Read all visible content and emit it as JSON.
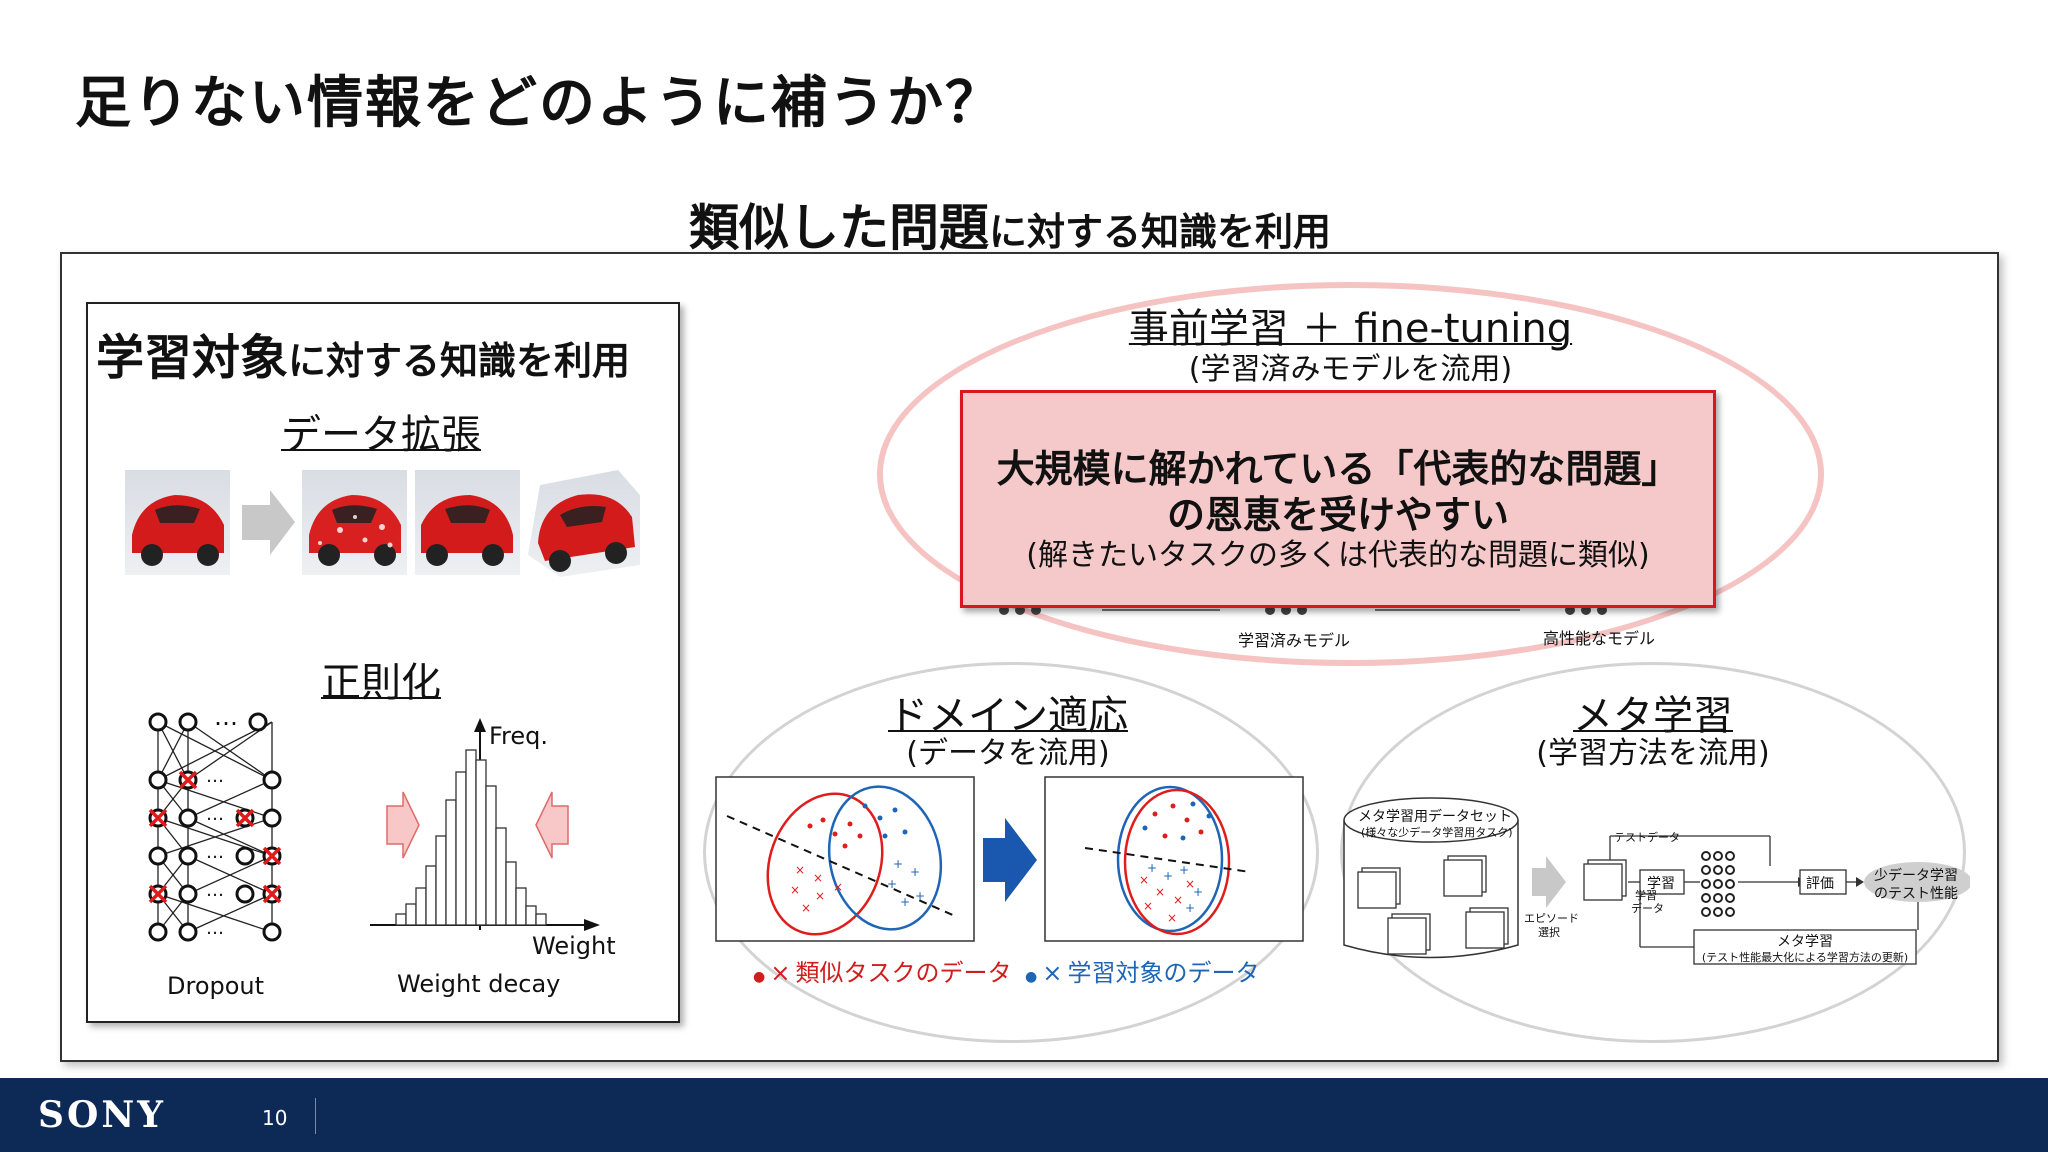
{
  "slide": {
    "title": "足りない情報をどのように補うか？",
    "main_heading_big": "類似した問題",
    "main_heading_small": "に対する知識を利用"
  },
  "left_panel": {
    "title_big": "学習対象",
    "title_small": "に対する知識を利用",
    "augmentation_heading": "データ拡張",
    "regularization_heading": "正則化",
    "dropout_label": "Dropout",
    "weight_decay_label": "Weight decay",
    "freq_label": "Freq.",
    "weight_label": "Weight",
    "ellipsis": "…"
  },
  "pretrain": {
    "heading": "事前学習 ＋ fine-tuning",
    "subheading": "(学習済みモデルを流用)",
    "pretrained_label": "学習済みモデル",
    "high_perf_label": "高性能なモデル"
  },
  "callout": {
    "line1": "大規模に解かれている「代表的な問題」",
    "line2": "の恩恵を受けやすい",
    "line3": "(解きたいタスクの多くは代表的な問題に類似)"
  },
  "domain_adaptation": {
    "heading": "ドメイン適応",
    "subheading": "(データを流用)",
    "legend_similar": "類似タスクのデータ",
    "legend_target": "学習対象のデータ",
    "marker_dot": "●",
    "marker_x": "×"
  },
  "meta_learning": {
    "heading": "メタ学習",
    "subheading": "(学習方法を流用)",
    "dataset_title": "メタ学習用データセット",
    "dataset_sub": "(様々な少データ学習用タスク)",
    "test_data": "テストデータ",
    "train": "学習",
    "train_data_1": "学習",
    "train_data_2": "データ",
    "episode_1": "エピソード",
    "episode_2": "選択",
    "eval": "評価",
    "result_1": "少データ学習",
    "result_2": "のテスト性能",
    "meta_box_title": "メタ学習",
    "meta_box_sub": "(テスト性能最大化による学習方法の更新)"
  },
  "footer": {
    "brand": "SONY",
    "page_number": "10"
  },
  "colors": {
    "footer_bg": "#0d2a56",
    "accent_red": "#d8181f",
    "callout_fill": "#f5c9c9",
    "blue": "#1e66b5",
    "arrow_blue": "#1a58b0"
  }
}
